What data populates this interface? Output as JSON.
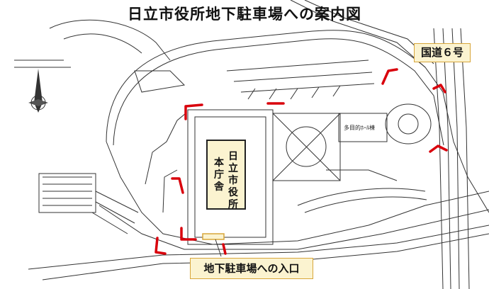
{
  "title": "日立市役所地下駐車場への案内図",
  "route_label": "国道６号",
  "entrance_label": "地下駐車場への入口",
  "city_hall": {
    "line1": "日立市役",
    "line1_tail": "所",
    "line2": "本庁舎"
  },
  "hall_label": "多目的ﾎｰﾙ棟",
  "colors": {
    "arrow": "#d9000c",
    "callout_fill": "#fbf3d0",
    "callout_border": "#d8a63a",
    "lines": "#333333"
  },
  "icons": [
    "compass-rose-icon"
  ]
}
